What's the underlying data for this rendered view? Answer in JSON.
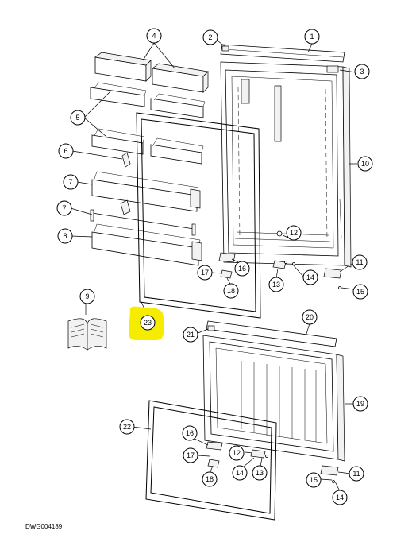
{
  "drawing": {
    "id": "DWG004189",
    "highlight_color": "#f5ec00",
    "highlighted_callout": "23"
  },
  "callouts": [
    "1",
    "2",
    "3",
    "4",
    "5",
    "6",
    "7",
    "8",
    "9",
    "10",
    "11",
    "12",
    "13",
    "14",
    "15",
    "16",
    "17",
    "18",
    "19",
    "20",
    "21",
    "22"
  ]
}
